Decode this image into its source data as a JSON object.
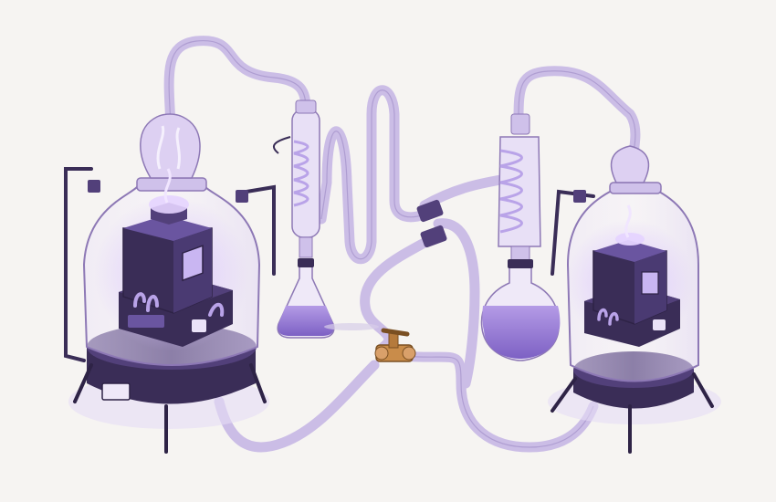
{
  "scene": {
    "palette": {
      "background": "#f6f4f2",
      "outline": "#3b2b5c",
      "glass": "#e7def5",
      "glass_edge": "#8d78b5",
      "liquid": "#a98ee0",
      "liquid_dark": "#7a5fc0",
      "glow": "#c9a8ff",
      "device_dark": "#3a2d57",
      "device_mid": "#52407a",
      "brass": "#c98c4a",
      "stand": "#2e2346"
    },
    "elements": [
      "left-bell-jar",
      "left-processor-chip",
      "left-heater-base",
      "left-condenser-column",
      "left-erlenmeyer-flask",
      "serpentine-tube",
      "brass-valve",
      "t-junction-connectors",
      "right-condenser-column",
      "right-round-flask",
      "right-bell-jar",
      "right-processor-chip",
      "right-heater-base"
    ]
  }
}
